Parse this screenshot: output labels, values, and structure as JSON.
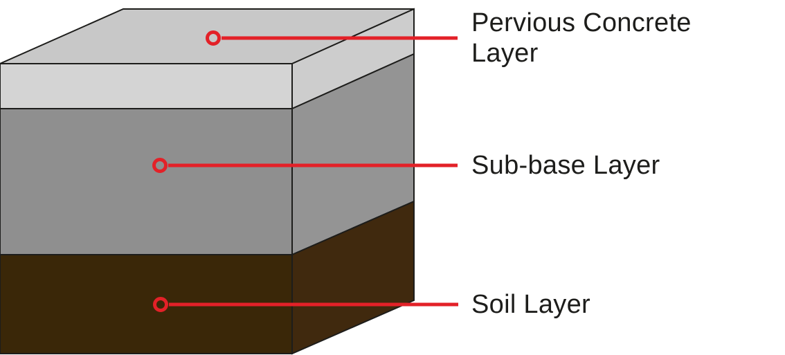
{
  "diagram": {
    "callouts": [
      {
        "label": "Pervious Concrete Layer"
      },
      {
        "label": "Sub-base Layer"
      },
      {
        "label": "Soil Layer"
      }
    ],
    "colors": {
      "accent_red": "#e32128",
      "outline": "#1d1d1b",
      "label_text": "#1d1d1b",
      "background": "#ffffff",
      "concrete_top": "#c8c8c8",
      "concrete_front": "#d4d4d4",
      "concrete_side": "#cdcdcd",
      "subbase_front": "#8f8f8f",
      "subbase_side": "#949494",
      "soil_front": "#3a2708",
      "soil_side": "#40290e"
    }
  }
}
